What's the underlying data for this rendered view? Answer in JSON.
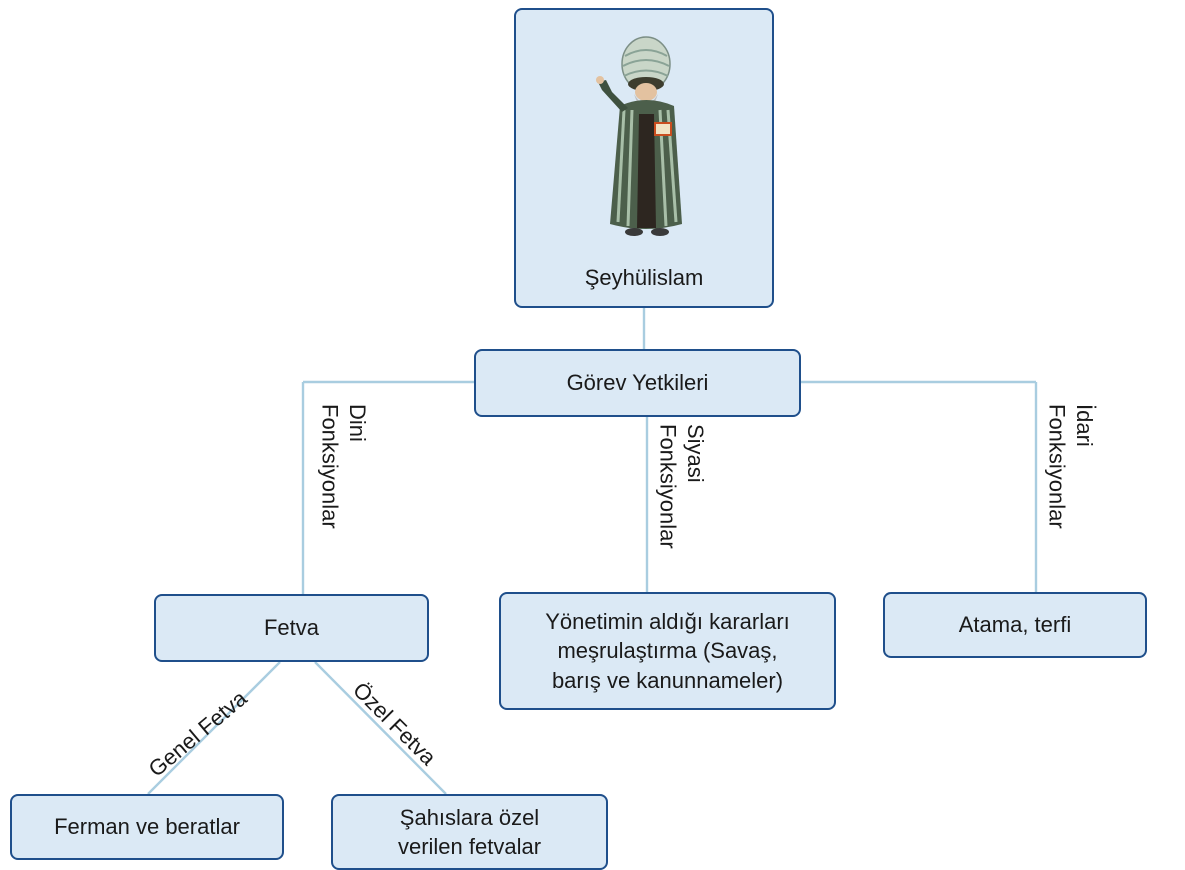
{
  "nodes": {
    "seyhulislam": "Şeyhülislam",
    "gorev_yetkileri": "Görev Yetkileri",
    "fetva": "Fetva",
    "yonetim": [
      "Yönetimin aldığı kararları",
      "meşrulaştırma (Savaş,",
      "barış ve kanunnameler)"
    ],
    "atama": "Atama, terfi",
    "ferman": "Ferman ve beratlar",
    "sahislara": [
      "Şahıslara özel",
      "verilen fetvalar"
    ]
  },
  "edge_labels": {
    "dini": "Dini\nFonksiyonlar",
    "siyasi": "Siyasi\nFonksiyonlar",
    "idari": "İdari\nFonksiyonlar",
    "genel_fetva": "Genel Fetva",
    "ozel_fetva": "Özel Fetva"
  },
  "colors": {
    "box_fill": "#dbe9f5",
    "box_border": "#1f4f8b",
    "connector": "#a9cde0"
  },
  "icons": {
    "portrait": "seyhulislam-portrait"
  }
}
